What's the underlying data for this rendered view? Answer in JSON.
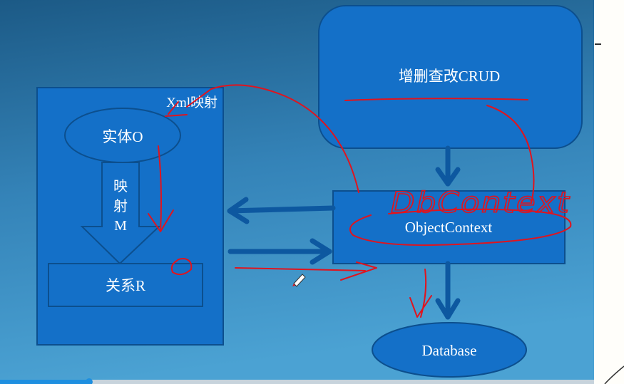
{
  "slide": {
    "crud_label": "增删查改CRUD",
    "xml_mapping_label": "Xml映射",
    "entity_label": "实体O",
    "mapping_char_1": "映",
    "mapping_char_2": "射",
    "mapping_char_3": "M",
    "relation_label": "关系R",
    "object_context_label": "ObjectContext",
    "database_label": "Database"
  },
  "annotations": {
    "handwritten_text": "DbContext",
    "ink_color": "#e0141e"
  },
  "colors": {
    "shape_fill": "#1470c8",
    "shape_stroke": "#0c4f8e",
    "arrow": "#0d58a0",
    "bg_top": "#1c5a86",
    "bg_bottom": "#4ba2d3"
  },
  "playback": {
    "progress_percent": 15
  }
}
